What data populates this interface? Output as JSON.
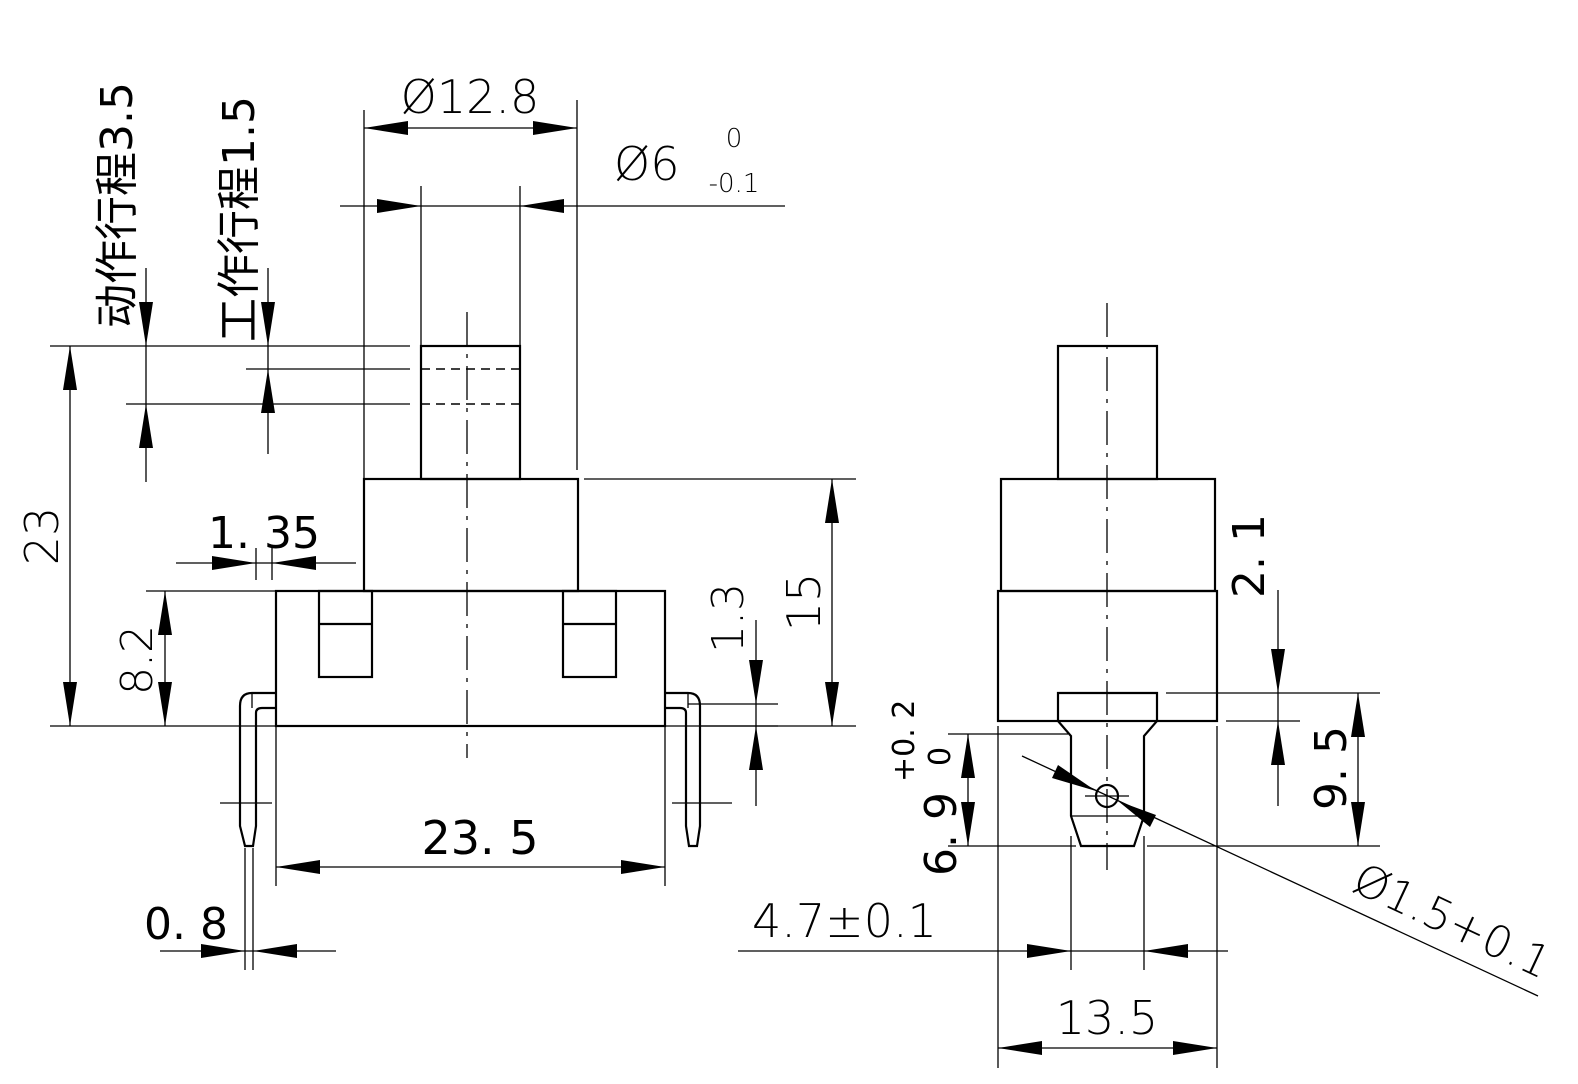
{
  "labels": {
    "dia_12_8": "Ø12.8",
    "dia_6": "Ø6",
    "tol_6_upper": "0",
    "tol_6_lower": "-0.1",
    "action_stroke": "动作行程3.5",
    "work_stroke": "工作行程1.5",
    "h_23": "23",
    "h_8_2": "8.2",
    "w_1_35": "1. 35",
    "w_23_5": "23. 5",
    "w_0_8": "0. 8",
    "h_1_3": "1.3",
    "h_15": "15",
    "h_2_1": "2. 1",
    "h_9_5": "9. 5",
    "h_6_9": "6. 9",
    "tol_6_9_upper": "+0. 2",
    "tol_6_9_lower": "0",
    "w_4_7": "4.7±0.1",
    "w_13_5": "13.5",
    "dia_1_5": "Ø1.5+0.1"
  }
}
